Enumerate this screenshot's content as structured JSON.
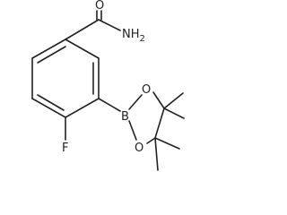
{
  "molecule": {
    "atom_labels": {
      "o_carbonyl": "O",
      "nh2": "NH",
      "nh2_subscript": "2",
      "boron": "B",
      "o_ring_upper": "O",
      "o_ring_lower": "O",
      "fluorine": "F"
    }
  },
  "colors": {
    "stroke": "#222222",
    "background": "#ffffff"
  }
}
